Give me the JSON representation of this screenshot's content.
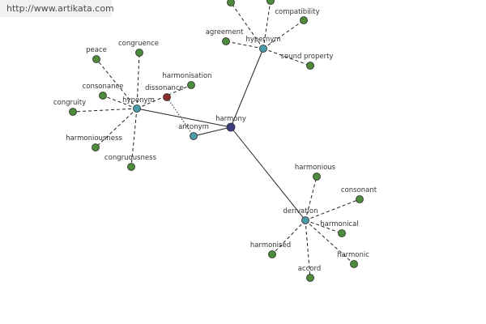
{
  "watermark": "http://www.artikata.com",
  "colors": {
    "root": "#3a3c82",
    "relation": "#4a9aa8",
    "word": "#4c8a3c",
    "antonym_word": "#8c2e2e",
    "edge": "#222222"
  },
  "nodes": [
    {
      "id": "harmony",
      "label": "harmony",
      "kind": "root"
    },
    {
      "id": "hypernym",
      "label": "hypernym",
      "kind": "relation"
    },
    {
      "id": "hyponym",
      "label": "hyponym",
      "kind": "relation"
    },
    {
      "id": "antonym",
      "label": "antonym",
      "kind": "relation"
    },
    {
      "id": "derivation",
      "label": "derivation",
      "kind": "relation"
    },
    {
      "id": "top-left-leaf",
      "label": "",
      "kind": "word"
    },
    {
      "id": "top-right-leaf",
      "label": "",
      "kind": "word"
    },
    {
      "id": "compatibility",
      "label": "compatibility",
      "kind": "word"
    },
    {
      "id": "agreement",
      "label": "agreement",
      "kind": "word"
    },
    {
      "id": "sound-property",
      "label": "sound property",
      "kind": "word"
    },
    {
      "id": "peace",
      "label": "peace",
      "kind": "word"
    },
    {
      "id": "congruence",
      "label": "congruence",
      "kind": "word"
    },
    {
      "id": "consonance",
      "label": "consonance",
      "kind": "word"
    },
    {
      "id": "congruity",
      "label": "congruity",
      "kind": "word"
    },
    {
      "id": "harmoniousness",
      "label": "harmoniousness",
      "kind": "word"
    },
    {
      "id": "congruousness",
      "label": "congruousness",
      "kind": "word"
    },
    {
      "id": "harmonisation",
      "label": "harmonisation",
      "kind": "word"
    },
    {
      "id": "dissonance",
      "label": "dissonance",
      "kind": "antonym_word"
    },
    {
      "id": "harmonious",
      "label": "harmonious",
      "kind": "word"
    },
    {
      "id": "consonant",
      "label": "consonant",
      "kind": "word"
    },
    {
      "id": "harmonical",
      "label": "harmonical",
      "kind": "word"
    },
    {
      "id": "harmonised",
      "label": "harmonised",
      "kind": "word"
    },
    {
      "id": "harmonic",
      "label": "harmonic",
      "kind": "word"
    },
    {
      "id": "accord",
      "label": "accord",
      "kind": "word"
    }
  ],
  "edges": [
    {
      "from": "harmony",
      "to": "hypernym",
      "style": "solid"
    },
    {
      "from": "harmony",
      "to": "hyponym",
      "style": "solid"
    },
    {
      "from": "harmony",
      "to": "antonym",
      "style": "solid"
    },
    {
      "from": "harmony",
      "to": "derivation",
      "style": "solid"
    },
    {
      "from": "hypernym",
      "to": "top-left-leaf",
      "style": "dashed"
    },
    {
      "from": "hypernym",
      "to": "top-right-leaf",
      "style": "dashed"
    },
    {
      "from": "hypernym",
      "to": "compatibility",
      "style": "dashed"
    },
    {
      "from": "hypernym",
      "to": "agreement",
      "style": "dashed"
    },
    {
      "from": "hypernym",
      "to": "sound-property",
      "style": "dashed"
    },
    {
      "from": "hyponym",
      "to": "peace",
      "style": "dashed"
    },
    {
      "from": "hyponym",
      "to": "congruence",
      "style": "dashed"
    },
    {
      "from": "hyponym",
      "to": "consonance",
      "style": "dashed"
    },
    {
      "from": "hyponym",
      "to": "congruity",
      "style": "dashed"
    },
    {
      "from": "hyponym",
      "to": "harmoniousness",
      "style": "dashed"
    },
    {
      "from": "hyponym",
      "to": "congruousness",
      "style": "dashed"
    },
    {
      "from": "hyponym",
      "to": "harmonisation",
      "style": "dashed"
    },
    {
      "from": "antonym",
      "to": "dissonance",
      "style": "dotted"
    },
    {
      "from": "derivation",
      "to": "harmonious",
      "style": "dashed"
    },
    {
      "from": "derivation",
      "to": "consonant",
      "style": "dashed"
    },
    {
      "from": "derivation",
      "to": "harmonical",
      "style": "dashed"
    },
    {
      "from": "derivation",
      "to": "harmonised",
      "style": "dashed"
    },
    {
      "from": "derivation",
      "to": "harmonic",
      "style": "dashed"
    },
    {
      "from": "derivation",
      "to": "accord",
      "style": "dashed"
    }
  ]
}
